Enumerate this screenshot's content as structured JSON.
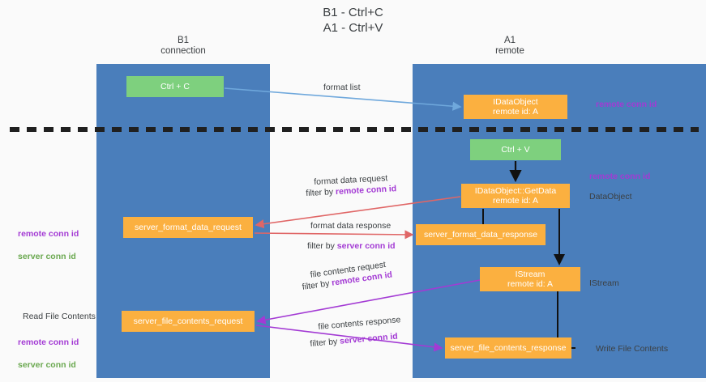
{
  "title": "B1 - Ctrl+C\nA1 - Ctrl+V",
  "lanes": [
    {
      "id": "b1",
      "header": "B1\nconnection",
      "color": "#4a7ebb"
    },
    {
      "id": "a1",
      "header": "A1\nremote",
      "color": "#4a7ebb"
    }
  ],
  "colors": {
    "lane": "#4a7ebb",
    "green_node": "#7ed07e",
    "orange_node": "#fbb040",
    "remote_conn_id": "#a33ad4",
    "server_conn_id": "#6aa84f",
    "arrow_format_list": "#6fa8dc",
    "arrow_black": "#000000",
    "arrow_red": "#e06666",
    "arrow_purple": "#a33ad4",
    "divider": "#202020",
    "text": "#3c4043",
    "background": "#fafafa"
  },
  "nodes": {
    "ctrl_c": "Ctrl + C",
    "ctrl_v": "Ctrl + V",
    "idataobject": "IDataObject\nremote id: A",
    "getdata": "IDataObject::GetData\nremote id: A",
    "istream": "IStream\nremote id: A",
    "server_format_data_request": "server_format_data_request",
    "server_format_data_response": "server_format_data_response",
    "server_file_contents_request": "server_file_contents_request",
    "server_file_contents_response": "server_file_contents_response"
  },
  "edge_labels": {
    "format_list": "format list",
    "format_data_request": "format data request",
    "format_data_request_filter_prefix": "filter by ",
    "format_data_request_filter_key": "remote conn id",
    "format_data_response": "format data response",
    "format_data_response_filter_prefix": "filter by ",
    "format_data_response_filter_key": "server conn id",
    "file_contents_request": "file contents request",
    "file_contents_request_filter_prefix": "filter by ",
    "file_contents_request_filter_key": "remote conn id",
    "file_contents_response": "file contents response",
    "file_contents_response_filter_prefix": "filter by ",
    "file_contents_response_filter_key": "server conn id"
  },
  "annotations": {
    "remote_conn_id_top": "remote conn id",
    "remote_conn_id_mid": "remote conn id",
    "dataobject": "DataObject",
    "istream": "IStream",
    "write_file_contents": "Write File Contents",
    "read_file_contents": "Read File Contents",
    "left_ids_mid_remote": "remote conn id",
    "left_ids_mid_server": "server conn id",
    "left_ids_low_remote": "remote conn id",
    "left_ids_low_server": "server conn id"
  }
}
